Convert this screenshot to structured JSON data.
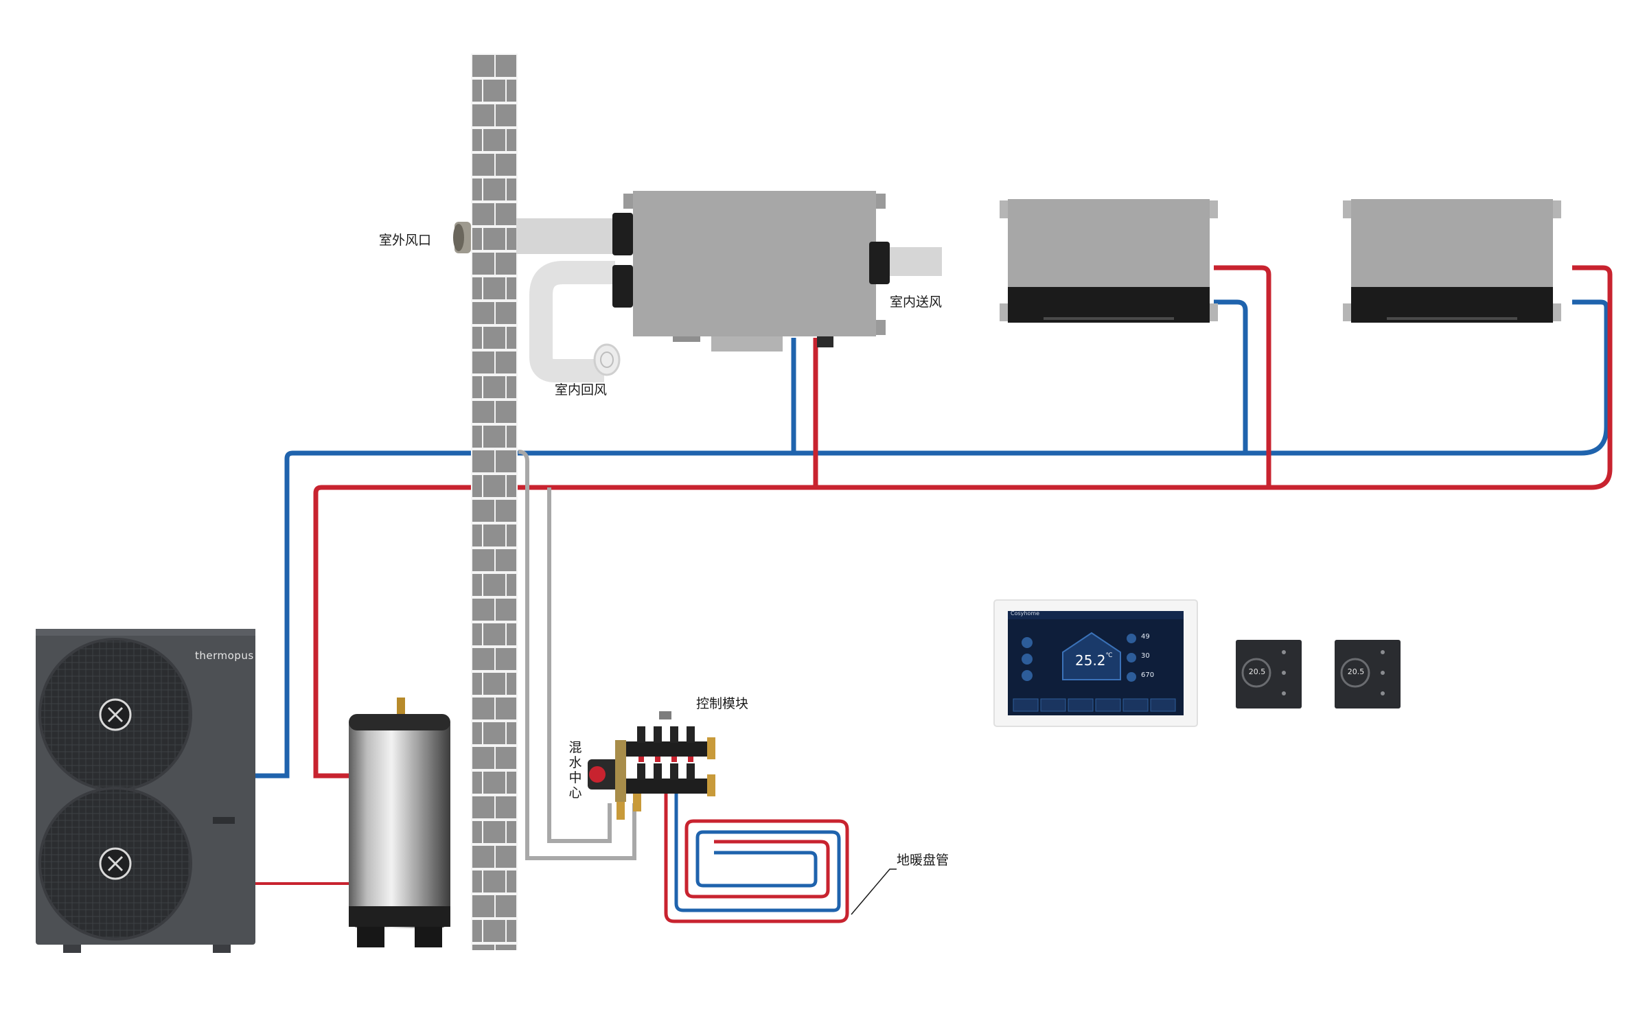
{
  "colors": {
    "supply_red": "#c8232f",
    "return_blue": "#1f63ad",
    "mix_gray": "#a8a8a8",
    "brick": "#8f8f8f",
    "unit_dark": "#4d5054",
    "hvac_gray": "#a9a9a9",
    "screen_bg": "#0e1e3a"
  },
  "labels": {
    "outdoor_vent": "室外风口",
    "indoor_supply": "室内送风",
    "indoor_return": "室内回风",
    "control_module": "控制模块",
    "mixing_center": "混水中心",
    "floor_coil": "地暖盘管"
  },
  "heat_pump": {
    "brand": "thermopus"
  },
  "panel": {
    "brand": "Cosyhome",
    "temperature": "25.2",
    "temperature_unit": "℃",
    "readings": [
      "49",
      "30",
      "670"
    ],
    "buttons": [
      "",
      "",
      "",
      "",
      "",
      ""
    ]
  },
  "thermostats": [
    {
      "value": "20.5"
    },
    {
      "value": "20.5"
    }
  ]
}
